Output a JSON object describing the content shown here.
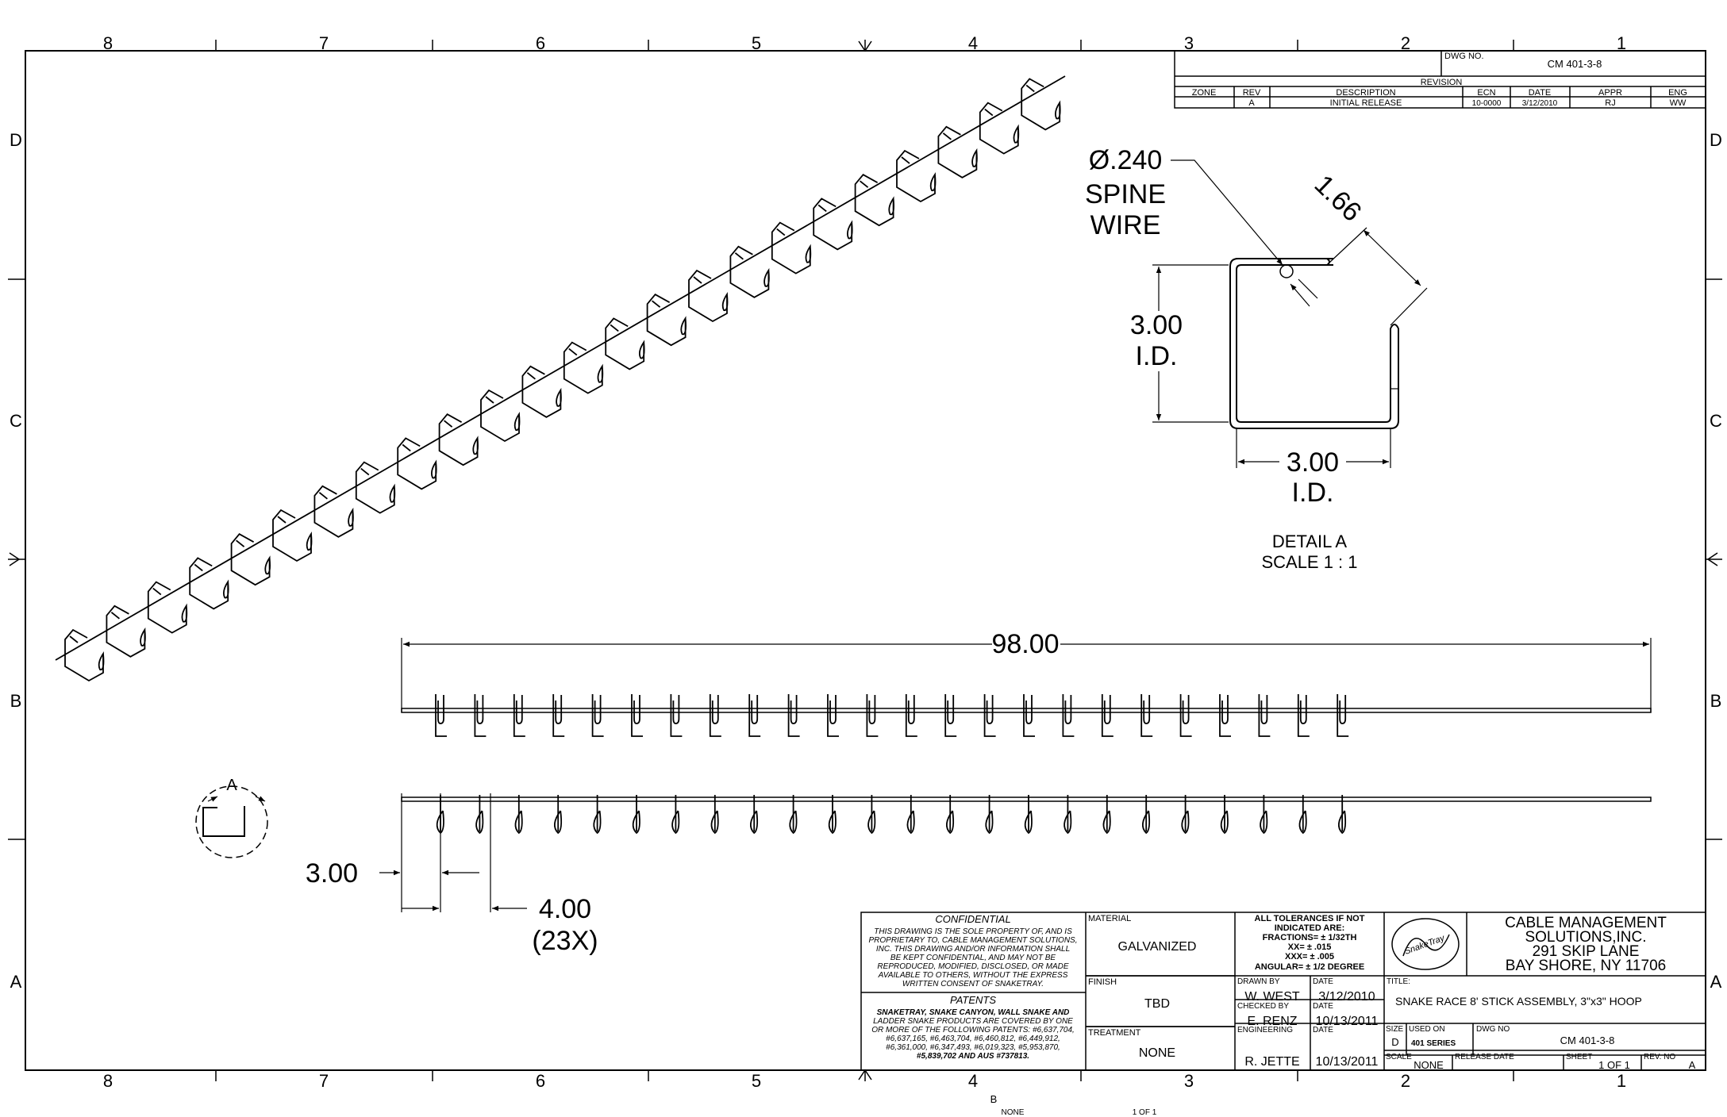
{
  "zones": {
    "columns": [
      "8",
      "7",
      "6",
      "5",
      "4",
      "3",
      "2",
      "1"
    ],
    "rows": [
      "D",
      "C",
      "B",
      "A"
    ]
  },
  "revision": {
    "dwg_no_label": "DWG NO.",
    "dwg_no": "CM 401-3-8",
    "title": "REVISION",
    "headers": [
      "ZONE",
      "REV",
      "DESCRIPTION",
      "ECN",
      "DATE",
      "APPR",
      "ENG"
    ],
    "row": [
      "",
      "A",
      "INITIAL RELEASE",
      "10-0000",
      "3/12/2010",
      "RJ",
      "WW"
    ]
  },
  "detail": {
    "spine_diameter": "Ø.240",
    "spine_label_1": "SPINE",
    "spine_label_2": "WIRE",
    "dim_diag": "1.66",
    "height": "3.00",
    "height_id": "I.D.",
    "width": "3.00",
    "width_id": "I.D.",
    "name": "DETAIL  A",
    "scale": "SCALE 1 : 1"
  },
  "views": {
    "overall_length": "98.00",
    "end_offset": "3.00",
    "pitch": "4.00",
    "pitch_count": "(23X)",
    "detail_callout": "A"
  },
  "title_block": {
    "confidential_title": "CONFIDENTIAL",
    "confidential_lines": [
      "THIS DRAWING IS THE SOLE PROPERTY OF, AND IS",
      "PROPRIETARY TO, CABLE MANAGEMENT SOLUTIONS,",
      "INC. THIS DRAWING AND/OR INFORMATION SHALL",
      "BE KEPT CONFIDENTIAL, AND MAY NOT BE",
      "REPRODUCED, MODIFIED, DISCLOSED, OR MADE",
      "AVAILABLE TO OTHERS, WITHOUT THE EXPRESS",
      "WRITTEN CONSENT OF SNAKETRAY."
    ],
    "patents_title": "PATENTS",
    "patents_lines": [
      "SNAKETRAY, SNAKE CANYON, WALL SNAKE AND",
      "LADDER SNAKE PRODUCTS ARE COVERED BY ONE",
      "OR MORE OF THE FOLLOWING PATENTS: #6,637,704,",
      "#6,637,165, #6,463,704, #6,460,812, #6,449,912,",
      "#6,361,000, #6,347,493, #6,019,323, #5,953,870,",
      "#5,839,702 AND AUS #737813."
    ],
    "material_label": "MATERIAL",
    "material": "GALVANIZED",
    "finish_label": "FINISH",
    "finish": "TBD",
    "treatment_label": "TREATMENT",
    "treatment": "NONE",
    "tolerance_lines": [
      "ALL TOLERANCES IF NOT",
      "INDICATED ARE:",
      "FRACTIONS= ± 1/32TH",
      "XX= ± .015",
      "XXX= ± .005",
      "ANGULAR= ± 1/2 DEGREE"
    ],
    "drawn_by_label": "DRAWN BY",
    "drawn_by": "W. WEST",
    "drawn_date_label": "DATE",
    "drawn_date": "3/12/2010",
    "checked_by_label": "CHECKED BY",
    "checked_by": "E. RENZ",
    "checked_date_label": "DATE",
    "checked_date": "10/13/2011",
    "engineering_label": "ENGINEERING",
    "engineering": "R. JETTE",
    "eng_date_label": "DATE",
    "eng_date": "10/13/2011",
    "logo_text": "SnakeTray",
    "company_lines": [
      "CABLE MANAGEMENT",
      "SOLUTIONS,INC.",
      "291 SKIP LANE",
      "BAY SHORE, NY 11706"
    ],
    "title_label": "TITLE:",
    "title": "SNAKE RACE 8' STICK ASSEMBLY, 3\"x3\" HOOP",
    "size_label": "SIZE",
    "size": "D",
    "used_on_label": "USED ON",
    "used_on": "401 SERIES",
    "dwg_no_label": "DWG NO",
    "dwg_no": "CM 401-3-8",
    "scale_label": "SCALE",
    "scale": "NONE",
    "release_date_label": "RELEASE DATE",
    "sheet_label": "SHEET",
    "sheet": "1 OF 1",
    "rev_no_label": "REV. NO",
    "rev": "A"
  },
  "footer": {
    "size": "B",
    "scale": "NONE",
    "sheet": "1 OF 1"
  }
}
